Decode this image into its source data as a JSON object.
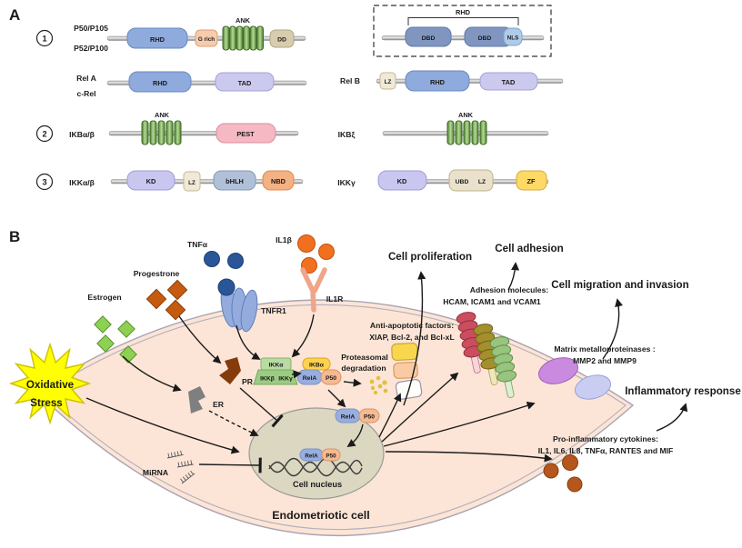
{
  "panel_a": {
    "label": "A",
    "g1": "1",
    "g2": "2",
    "g3": "3",
    "r1": {
      "n1": "P50/P105",
      "n2": "P52/P100",
      "ank": "ANK",
      "rhd": "RHD",
      "grich": "G rich",
      "dd": "DD"
    },
    "r1r": {
      "rhd": "RHD",
      "dbd1": "DBD",
      "dbd2": "DBD",
      "nls": "NLS"
    },
    "r2": {
      "n1": "Rel A",
      "n2": "c-Rel",
      "rhd": "RHD",
      "tad": "TAD"
    },
    "r2r": {
      "name": "Rel B",
      "lz": "LZ",
      "rhd": "RHD",
      "tad": "TAD"
    },
    "r3": {
      "name": "IKBα/β",
      "ank": "ANK",
      "pest": "PEST"
    },
    "r3r": {
      "name": "IKBξ",
      "ank": "ANK"
    },
    "r4": {
      "name": "IKKα/β",
      "kd": "KD",
      "lz": "LZ",
      "bhlh": "bHLH",
      "nbd": "NBD"
    },
    "r4r": {
      "name": "IKKγ",
      "kd": "KD",
      "ubd": "UBD",
      "lz": "LZ",
      "zf": "ZF"
    }
  },
  "panel_b": {
    "label": "B",
    "oxidative1": "Oxidative",
    "oxidative2": "Stress",
    "estrogen": "Estrogen",
    "progestrone": "Progestrone",
    "tnfa": "TNFα",
    "il1b": "IL1β",
    "tnfr1": "TNFR1",
    "il1r": "IL1R",
    "pr": "PR",
    "er": "ER",
    "mirna": "MiRNA",
    "ikka": "IKKα",
    "ikkb": "IKKβ",
    "ikkg": "IKKγ",
    "ikba": "IKBα",
    "rela": "RelA",
    "p50": "P50",
    "prot1": "Proteasomal",
    "prot2": "degradation",
    "proliferation": "Cell proliferation",
    "adhesion_head": "Cell adhesion",
    "adhesion1": "Adhesion molecules:",
    "adhesion2": "HCAM, ICAM1 and VCAM1",
    "migration": "Cell migration and invasion",
    "mmp1": "Matrix metalloproteinases :",
    "mmp2": "MMP2 and MMP9",
    "inflammatory": "Inflammatory response",
    "anti1": "Anti-apoptotic factors:",
    "anti2": "XIAP, Bcl-2, and Bcl-xL",
    "cyto1": "Pro-inflammatory  cytokines:",
    "cyto2": "IL1, IL6, IL8, TNFα, RANTES and MIF",
    "nucleus": "Cell nucleus",
    "cell": "Endometriotic cell"
  },
  "colors": {
    "cell_fill": "#fce5d6",
    "nucleus_fill": "#dbd7c1",
    "star": "#ffff00",
    "estrogen": "#8ed052",
    "progestrone": "#c55a11",
    "tnfa": "#2a5699",
    "il1b": "#f07020",
    "ikk_green": "#a9d18e",
    "ikba_yellow": "#ffd24d",
    "rela_blue": "#97aede",
    "p50_peach": "#f6ba92",
    "rhd_blue": "#8faadc",
    "tad_lavender": "#ccc9ee",
    "ank_green": "#a8d08d",
    "pest_pink": "#f6b9c4"
  }
}
